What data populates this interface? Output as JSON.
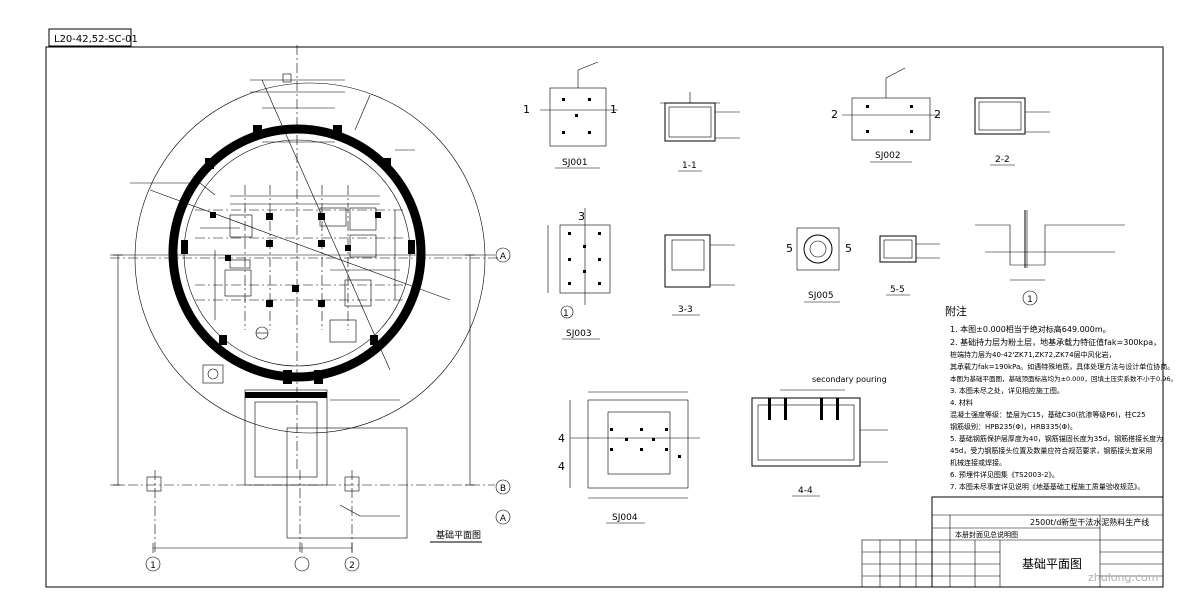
{
  "drawing_number": "L20-42,52-SC-01",
  "plan": {
    "title": "基础平面图",
    "axis_a": "A",
    "axis_b": "B",
    "axis_1": "1",
    "axis_2": "2"
  },
  "details": {
    "sj001": "SJ001",
    "sec_1_1": "1-1",
    "sj002": "SJ002",
    "sec_2_2": "2-2",
    "sj003": "SJ003",
    "sec_3_3": "3-3",
    "sj005": "SJ005",
    "sec_5_5": "5-5",
    "sj004": "SJ004",
    "sec_4_4": "4-4",
    "secondary_pouring": "secondary pouring",
    "detail_1_mark": "1",
    "cut_1": "1",
    "cut_2": "2",
    "cut_3": "3",
    "cut_4": "4",
    "cut_5": "5"
  },
  "notes": {
    "heading": "附注",
    "items": [
      "1. 本图±0.000相当于绝对标高649.000m。",
      "2. 基础持力层为粉土层，地基承载力特征值fak=300kpa，",
      "   桩端持力层为40-42'ZK71,ZK72,ZK74层中风化岩，",
      "   其承载力fak=190kPa。如遇特殊地质，具体处理方法与设计单位协商。",
      "   本图为基础平面图，基础顶面标高均为±0.000，回填土压实系数不小于0.96。",
      "3. 本图未尽之处，详见相应施工图。",
      "4. 材料",
      "   混凝土强度等级：垫层为C15，基础C30(抗渗等级P6)，柱C25",
      "   钢筋级别：HPB235(Φ)，HRB335(Φ)。",
      "5. 基础钢筋保护层厚度为40，钢筋锚固长度为35d，钢筋搭接长度为",
      "   45d，受力钢筋接头位置及数量应符合规范要求，钢筋接头宜采用",
      "   机械连接或焊接。",
      "6. 预埋件详见图集《TS2003-2》。",
      "7. 本图未尽事宜详见说明《地基基础工程施工质量验收规范》。"
    ]
  },
  "title_block": {
    "project": "2500t/d新型干法水泥熟料生产线",
    "sheet_title": "基础平面图",
    "row_label": "本册封面见总说明图",
    "watermark": "zhulong.com"
  }
}
